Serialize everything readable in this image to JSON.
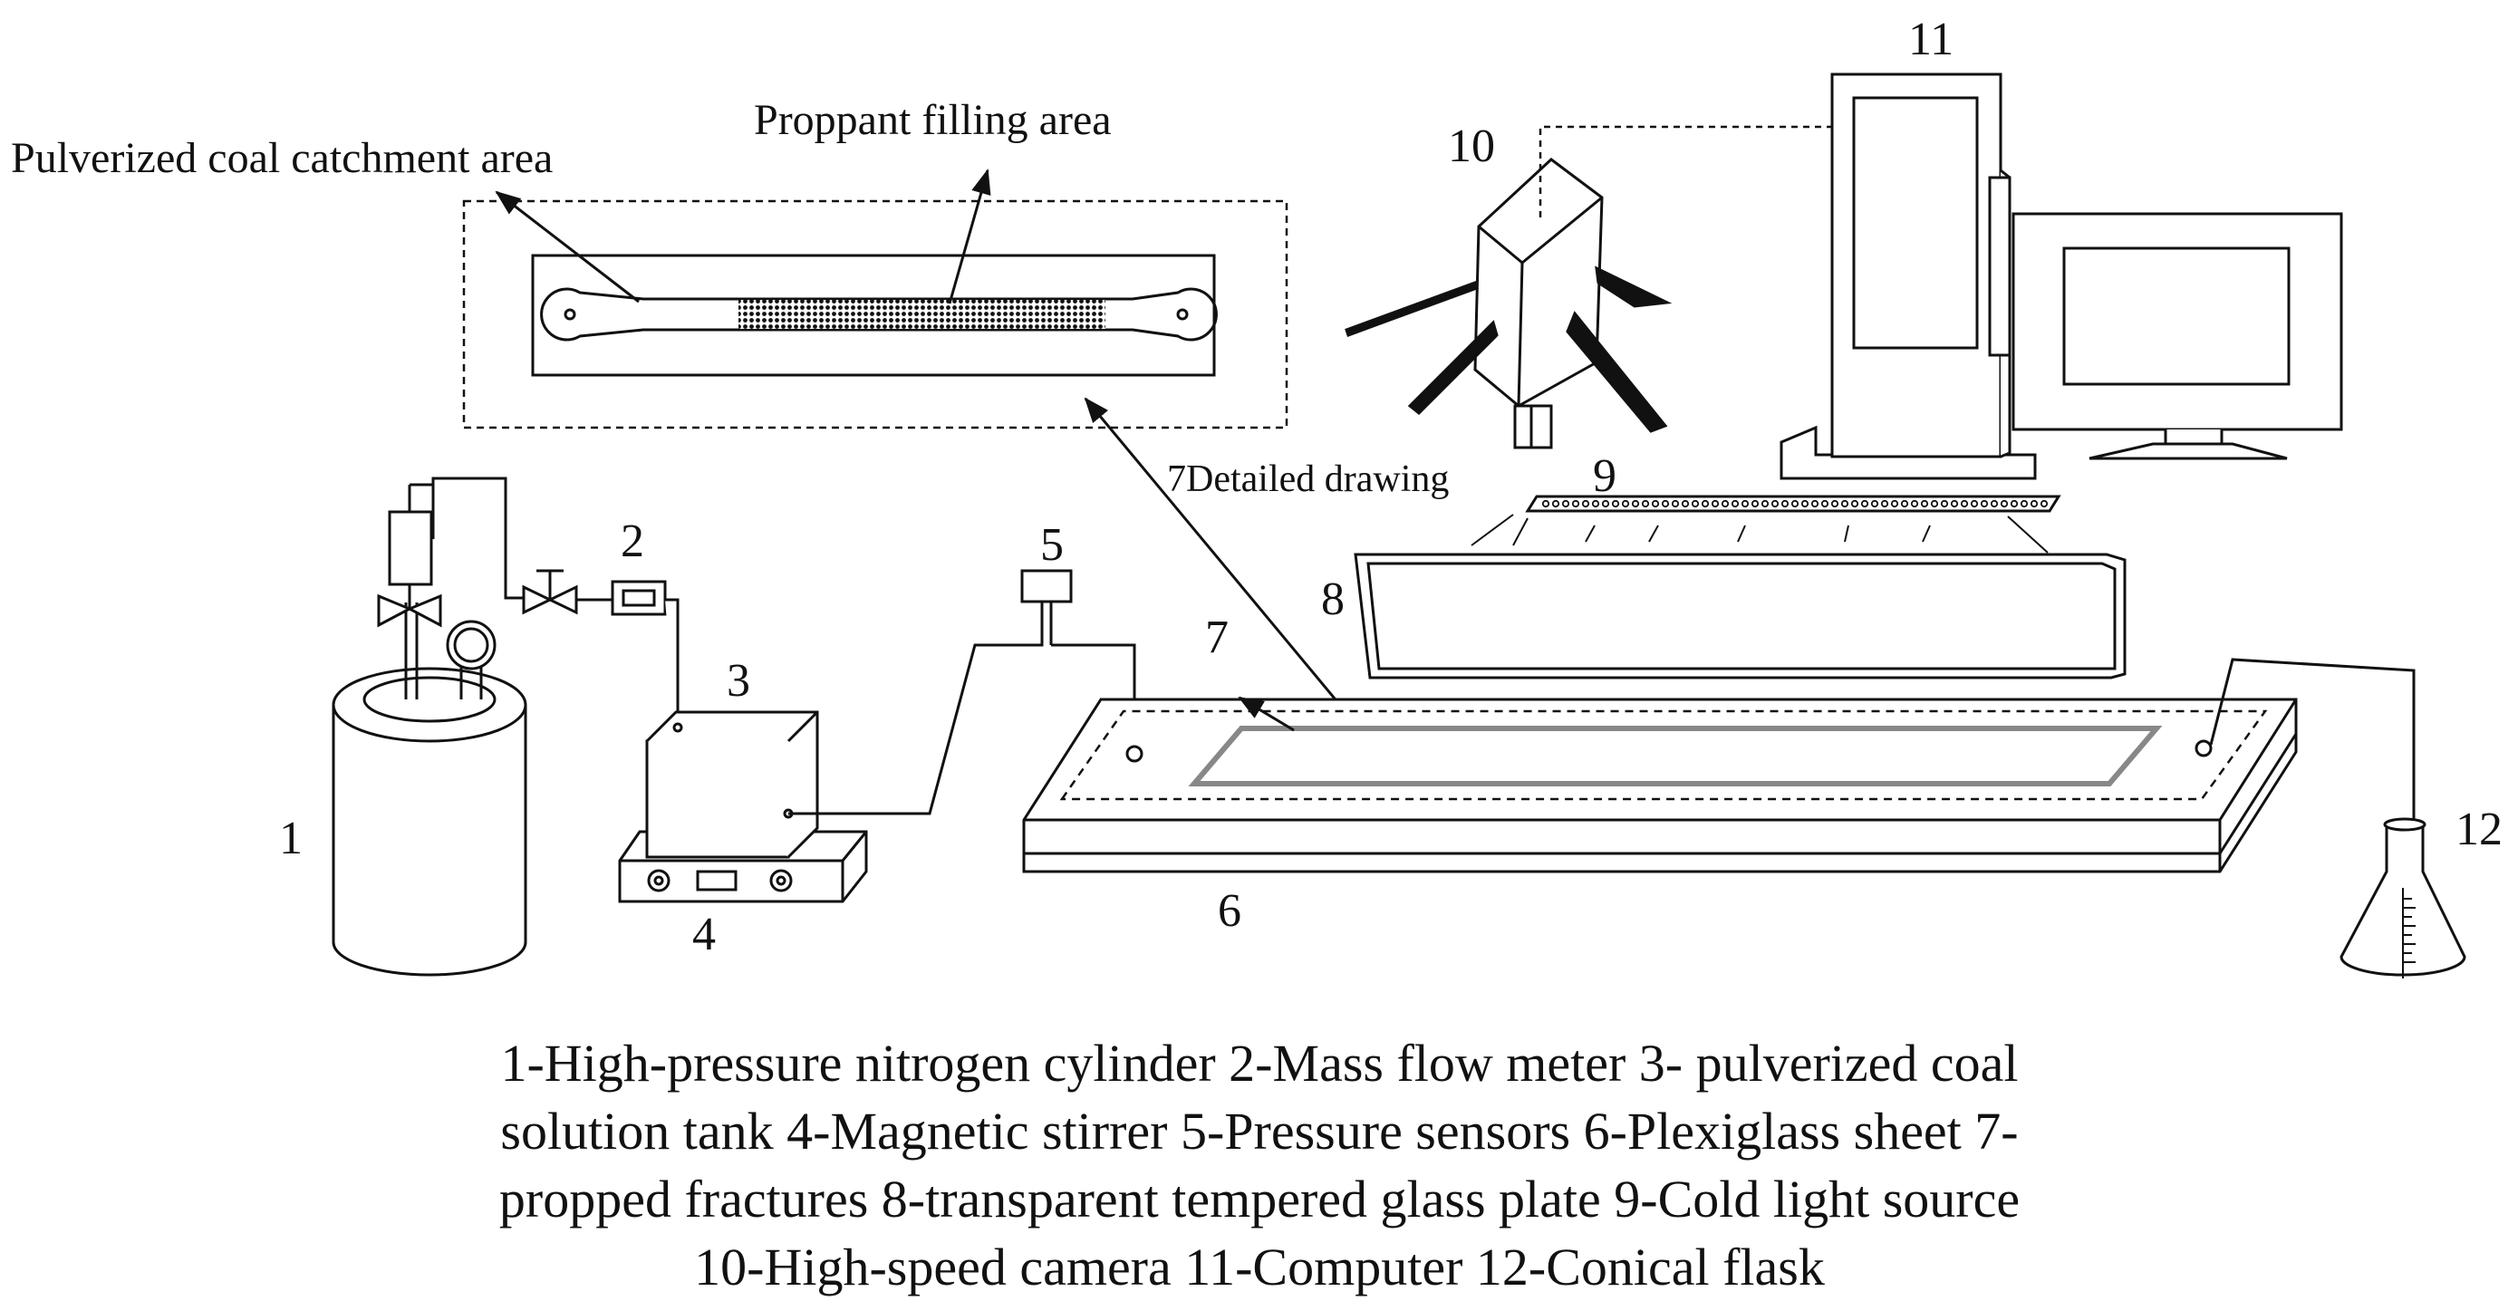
{
  "labels": {
    "pulverized_area": "Pulverized coal catchment area",
    "proppant_area": "Proppant filling area",
    "detailed_drawing": "7Detailed drawing",
    "n1": "1",
    "n2": "2",
    "n3": "3",
    "n4": "4",
    "n5": "5",
    "n6": "6",
    "n7": "7",
    "n8": "8",
    "n9": "9",
    "n10": "10",
    "n11": "11",
    "n12": "12"
  },
  "caption": {
    "line1": "1-High-pressure nitrogen cylinder  2-Mass flow meter  3- pulverized coal",
    "line2": "solution tank  4-Magnetic stirrer  5-Pressure sensors  6-Plexiglass sheet 7-",
    "line3": "propped fractures     8-transparent tempered glass plate 9-Cold light source",
    "line4": "10-High-speed camera  11-Computer  12-Conical flask"
  }
}
